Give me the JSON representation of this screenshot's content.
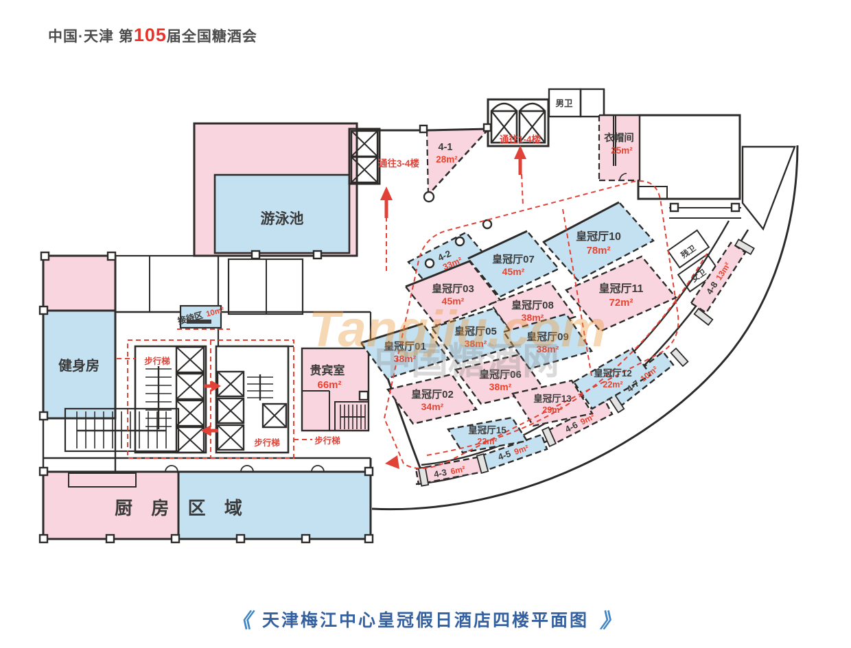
{
  "header": {
    "part1": "中国·天津 第",
    "num": "105",
    "part2": "届全国糖酒会"
  },
  "footer": {
    "open": "《",
    "title": "天津梅江中心皇冠假日酒店四楼平面图",
    "close": "》"
  },
  "watermark": {
    "brand": "Tangjiu.com",
    "site": "中国糖酒网"
  },
  "colors": {
    "pink": "#F8D5DF",
    "blue": "#C3E1F0",
    "accent_red": "#E8432F",
    "dash_red": "#E04238",
    "wall": "#2D2B2A",
    "footer_blue": "#34609F"
  },
  "areas": {
    "pool": "游泳池",
    "gym": "健身房",
    "kitchen": "厨 房 区 域",
    "vip_name": "贵宾室",
    "vip_area": "66m²",
    "reception_name": "接待区",
    "reception_area": "10m²",
    "cloak_name": "衣帽间",
    "cloak_area": "25m²",
    "men_wc": "男卫",
    "women_wc": "女卫",
    "acc_wc": "残卫",
    "stairs": "步行梯",
    "to34": "通往3-4楼",
    "to14": "通往1-4楼"
  },
  "halls": [
    {
      "name": "皇冠厅01",
      "area": "38m²"
    },
    {
      "name": "皇冠厅02",
      "area": "34m²"
    },
    {
      "name": "皇冠厅03",
      "area": "45m²"
    },
    {
      "name": "皇冠厅05",
      "area": "38m²"
    },
    {
      "name": "皇冠厅06",
      "area": "38m²"
    },
    {
      "name": "皇冠厅07",
      "area": "45m²"
    },
    {
      "name": "皇冠厅08",
      "area": "38m²"
    },
    {
      "name": "皇冠厅09",
      "area": "38m²"
    },
    {
      "name": "皇冠厅10",
      "area": "78m²"
    },
    {
      "name": "皇冠厅11",
      "area": "72m²"
    },
    {
      "name": "皇冠厅12",
      "area": "22m²"
    },
    {
      "name": "皇冠厅13",
      "area": "29m²"
    },
    {
      "name": "皇冠厅15",
      "area": "22m²"
    }
  ],
  "units": [
    {
      "name": "4-1",
      "area": "28m²"
    },
    {
      "name": "4-2",
      "area": "33m²"
    },
    {
      "name": "4-3",
      "area": "6m²"
    },
    {
      "name": "4-5",
      "area": "9m²"
    },
    {
      "name": "4-6",
      "area": "9m²"
    },
    {
      "name": "4-7",
      "area": "10m²"
    },
    {
      "name": "4-8",
      "area": "13m²"
    }
  ]
}
